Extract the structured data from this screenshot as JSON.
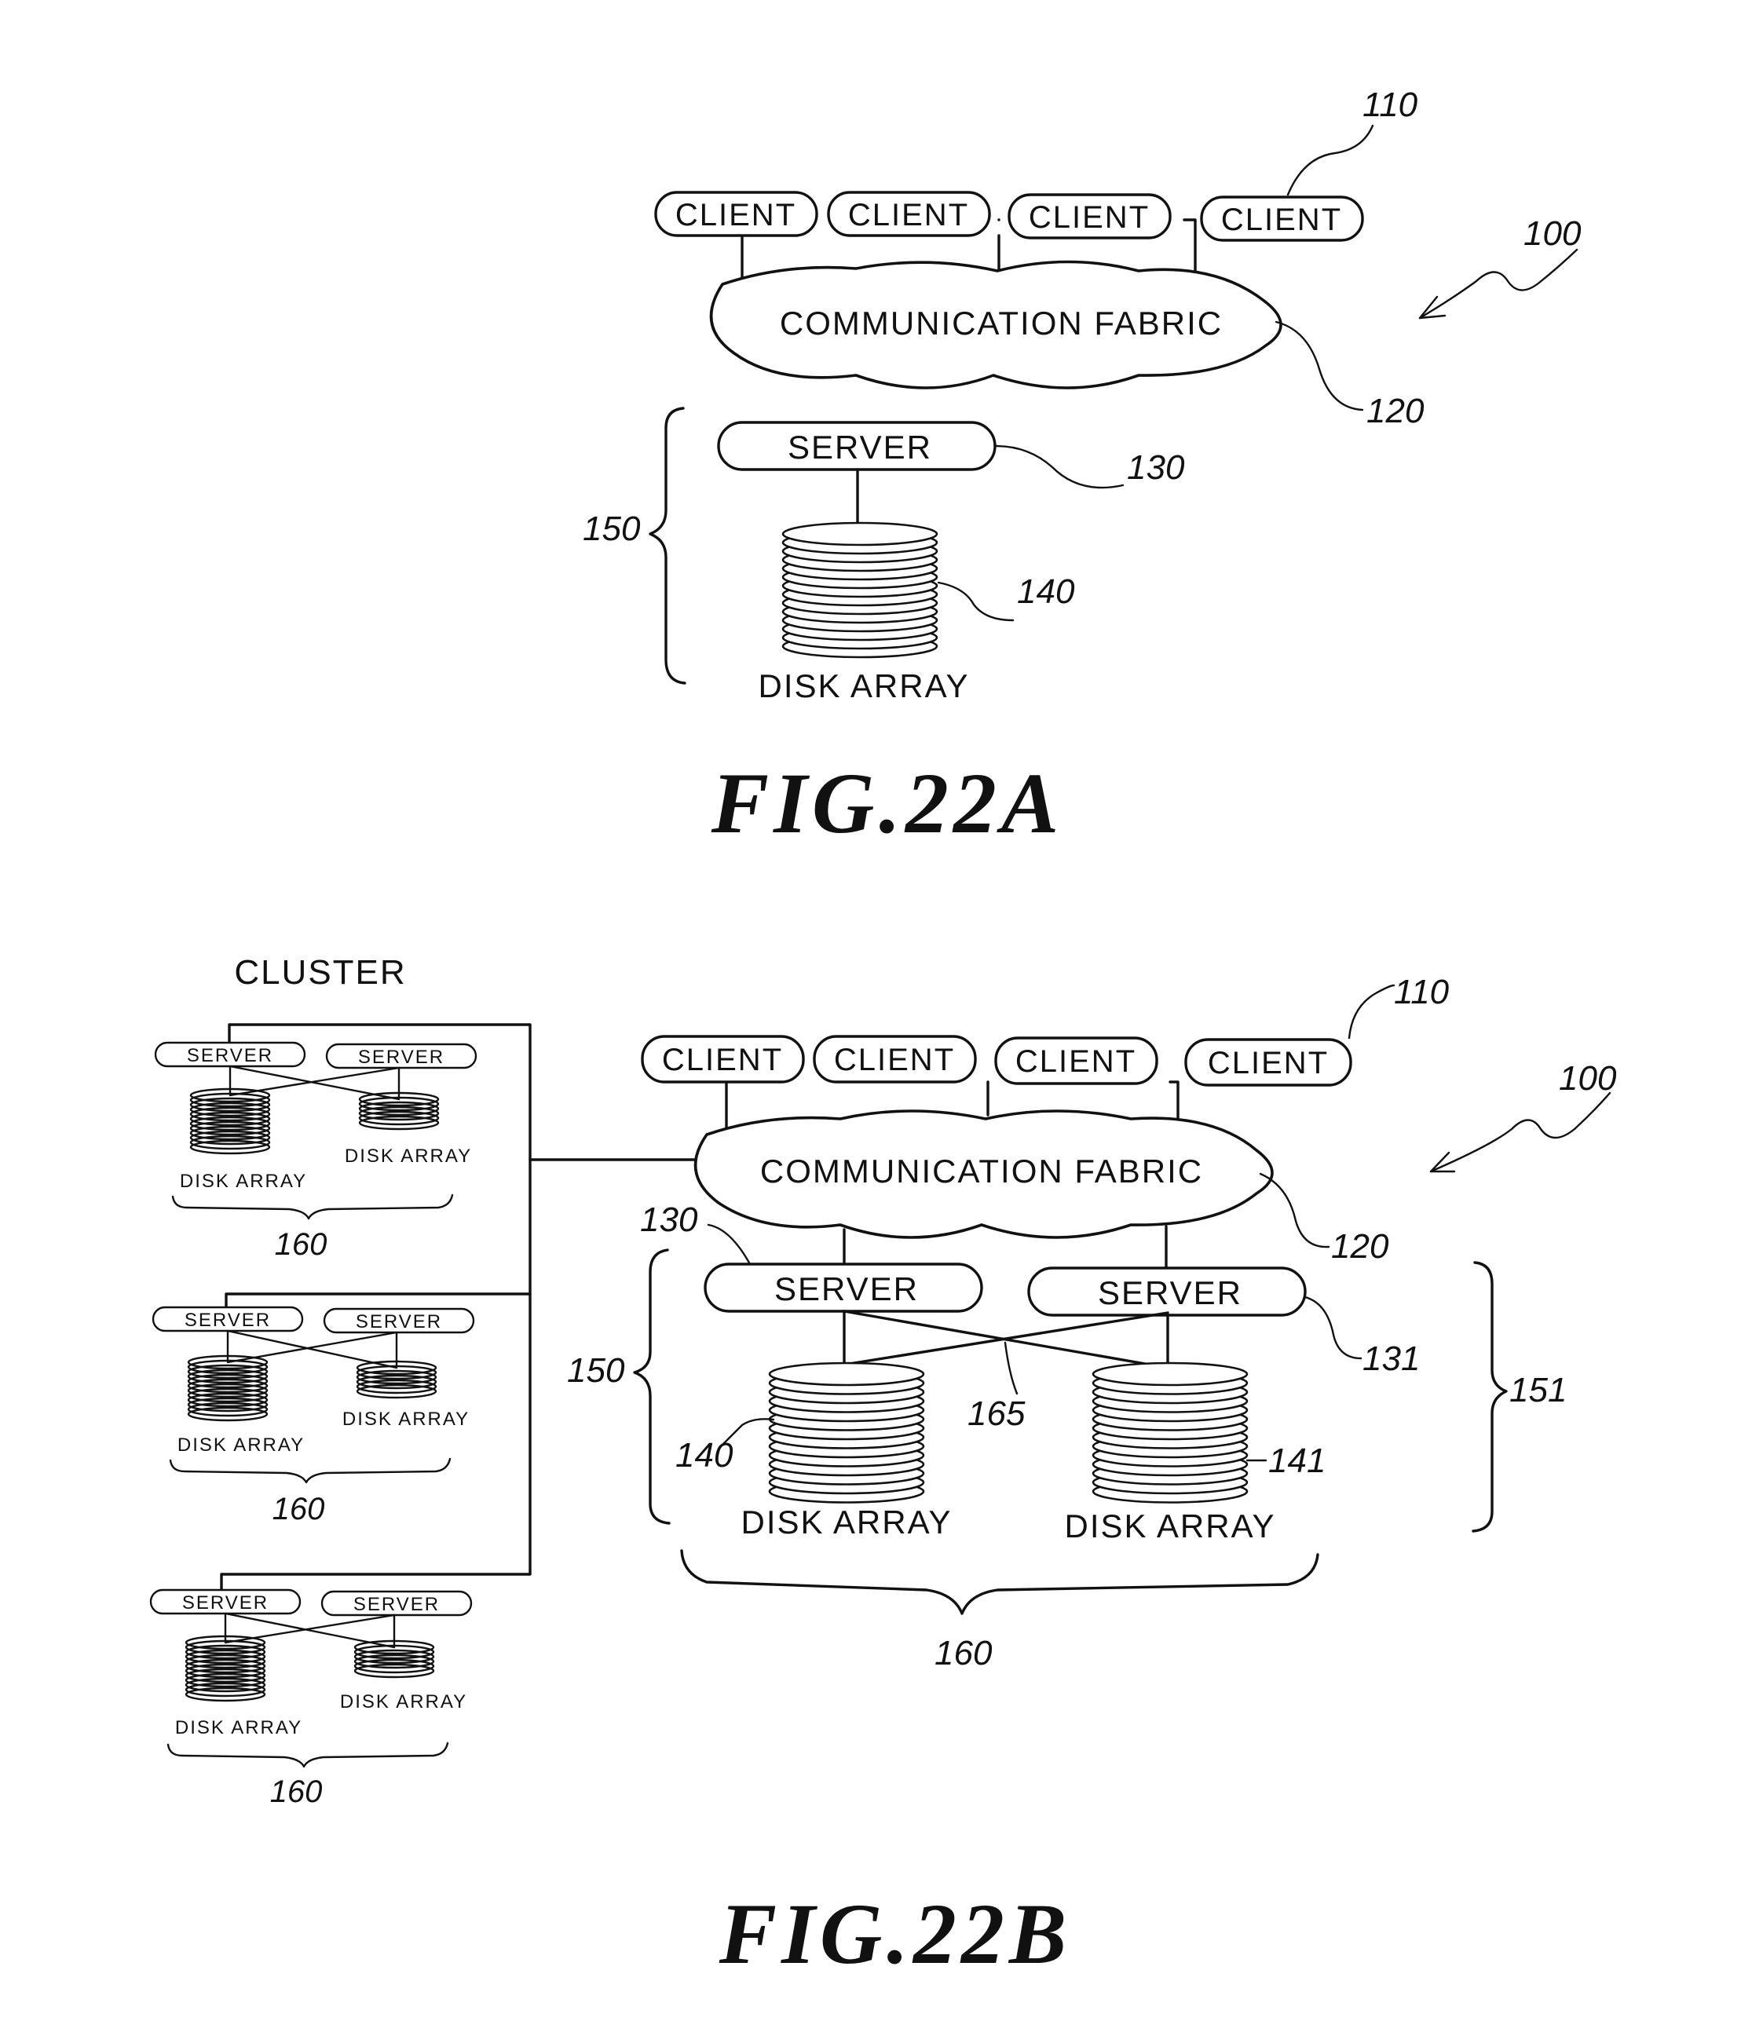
{
  "fig_22a": {
    "caption": "FIG.22A",
    "clients": [
      "CLIENT",
      "CLIENT",
      "CLIENT",
      "CLIENT"
    ],
    "fabric": "COMMUNICATION FABRIC",
    "server": "SERVER",
    "disk": "DISK ARRAY",
    "refs": {
      "client": "110",
      "system": "100",
      "fabric": "120",
      "server": "130",
      "disk": "140",
      "group": "150"
    }
  },
  "fig_22b": {
    "caption": "FIG.22B",
    "cluster_title": "CLUSTER",
    "clients": [
      "CLIENT",
      "CLIENT",
      "CLIENT",
      "CLIENT"
    ],
    "fabric": "COMMUNICATION FABRIC",
    "servers": [
      "SERVER",
      "SERVER"
    ],
    "disks": [
      "DISK ARRAY",
      "DISK ARRAY"
    ],
    "refs": {
      "client": "110",
      "system": "100",
      "fabric": "120",
      "server_a": "130",
      "server_b": "131",
      "disk_a": "140",
      "disk_b": "141",
      "cross": "165",
      "group_a": "150",
      "group_b": "151",
      "pair": "160"
    },
    "cluster_units": [
      {
        "server_left": "SERVER",
        "server_right": "SERVER",
        "disk_left": "DISK ARRAY",
        "disk_right": "DISK ARRAY",
        "ref": "160"
      },
      {
        "server_left": "SERVER",
        "server_right": "SERVER",
        "disk_left": "DISK ARRAY",
        "disk_right": "DISK ARRAY",
        "ref": "160"
      },
      {
        "server_left": "SERVER",
        "server_right": "SERVER",
        "disk_left": "DISK ARRAY",
        "disk_right": "DISK ARRAY",
        "ref": "160"
      }
    ]
  }
}
